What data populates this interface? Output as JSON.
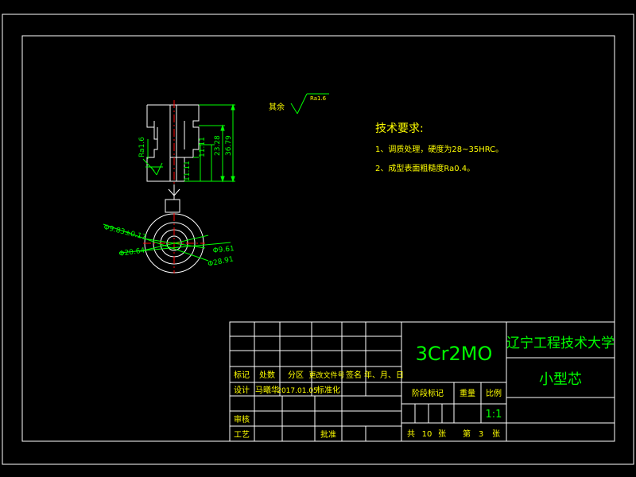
{
  "colors": {
    "background": "#000000",
    "frame": "#ffffff",
    "dimension": "#00ff00",
    "centerline": "#ff0000",
    "text": "#ffff00",
    "titleblock_text": "#00ff00"
  },
  "roughness": {
    "label": "其余",
    "value": "Ra1.6"
  },
  "requirements": {
    "title": "技术要求:",
    "items": [
      "1、调质处理，硬度为28~35HRC。",
      "2、成型表面粗糙度Ra0.4。"
    ]
  },
  "dimensions": {
    "side_left": "Ra1.6",
    "v1": "11.11",
    "v2": "11.11",
    "v3": "23.28",
    "v4": "36.79",
    "dia1": "Φ9.83±0.17",
    "dia2": "Φ20.64",
    "dia3": "Φ9.61",
    "dia4": "Φ28.91"
  },
  "titleblock": {
    "material": "3Cr2MO",
    "school": "辽宁工程技术大学",
    "part_name": "小型芯",
    "header_labels": [
      "标记",
      "处数",
      "分区",
      "更改文件号",
      "签名",
      "年、月、日"
    ],
    "designer_label": "设计",
    "designer": "马曦华",
    "date": "2017.01.05",
    "standardize_label": "标准化",
    "review_label": "审核",
    "process_label": "工艺",
    "approve_label": "批准",
    "stage_label": "阶段标记",
    "weight_label": "重量",
    "scale_label": "比例",
    "scale": "1:1",
    "total_label": "共",
    "total": "10",
    "sheet_unit": "张",
    "page_label": "第",
    "page": "3",
    "page_unit": "张"
  }
}
